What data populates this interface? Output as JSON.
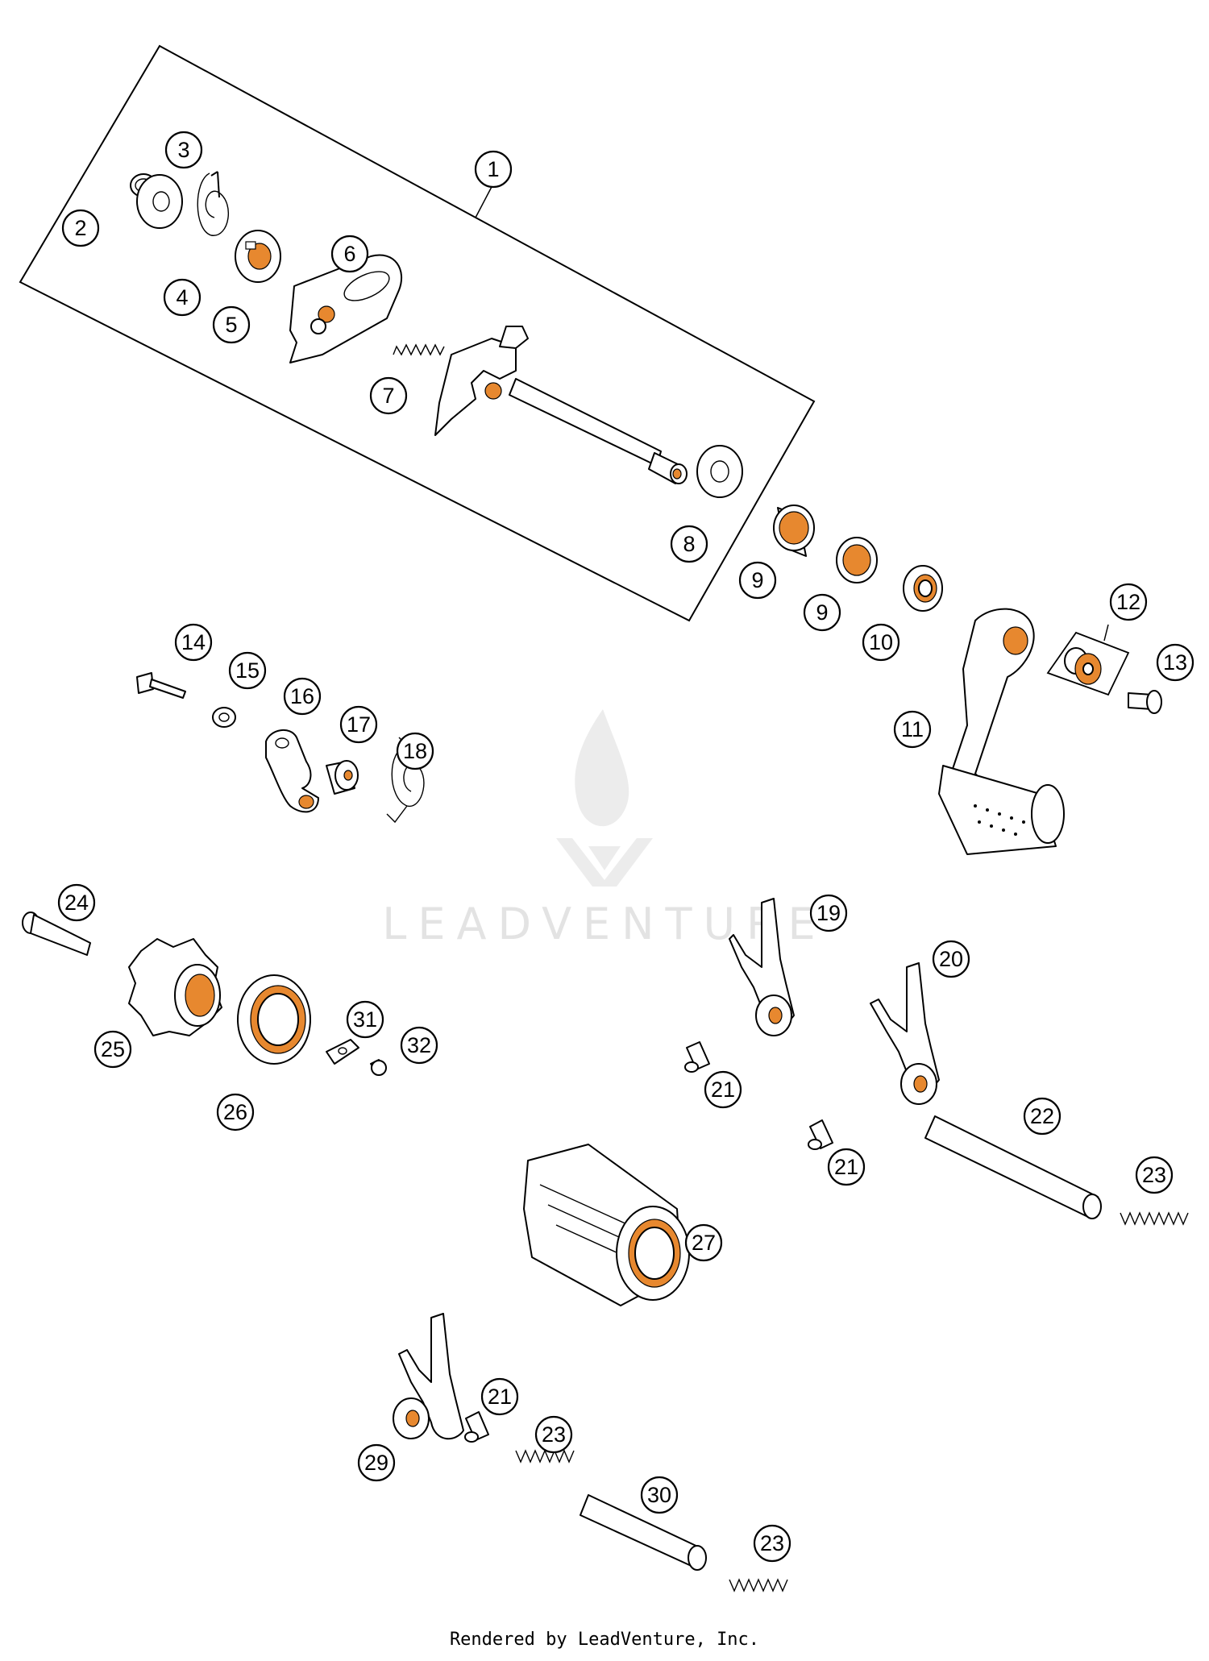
{
  "watermark": {
    "text": "LEADVENTURE",
    "logo": "leadventure-flame-logo"
  },
  "footer": {
    "text": "Rendered by LeadVenture, Inc."
  },
  "callouts": [
    "1",
    "2",
    "3",
    "4",
    "5",
    "6",
    "7",
    "8",
    "9",
    "9",
    "10",
    "11",
    "12",
    "13",
    "14",
    "15",
    "16",
    "17",
    "18",
    "19",
    "20",
    "21",
    "21",
    "21",
    "22",
    "23",
    "23",
    "23",
    "24",
    "25",
    "26",
    "27",
    "29",
    "30",
    "31",
    "32"
  ],
  "colors": {
    "accent": "#e7882f",
    "line": "#000000",
    "background": "#ffffff",
    "watermark": "#e3e3e3"
  }
}
